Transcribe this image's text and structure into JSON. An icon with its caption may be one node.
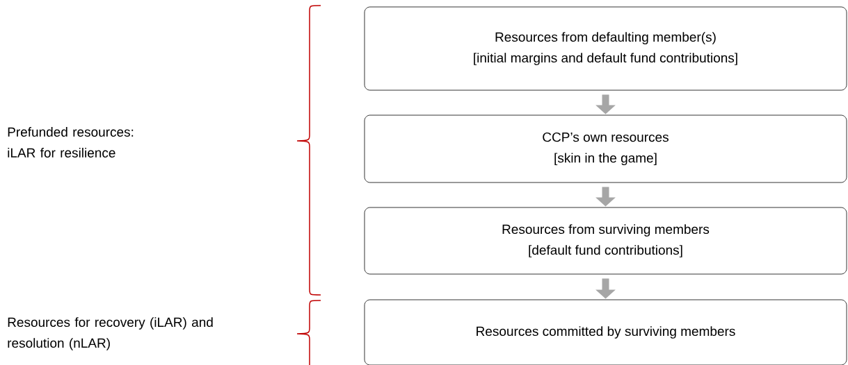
{
  "diagram": {
    "nodes": [
      {
        "text": [
          "Resources from defaulting member(s)",
          "[initial margins and default fund contributions]"
        ]
      },
      {
        "text": [
          "CCP’s own resources",
          "[skin in the game]"
        ]
      },
      {
        "text": [
          "Resources from surviving members",
          "[default fund contributions]"
        ]
      },
      {
        "text": [
          "Resources committed by surviving members"
        ]
      }
    ],
    "edges": [
      {
        "from": 0,
        "to": 1,
        "arrow": "to"
      },
      {
        "from": 1,
        "to": 2,
        "arrow": "to"
      },
      {
        "from": 2,
        "to": 3,
        "arrow": "to"
      }
    ],
    "labels": [
      "Prefunded resources: iLAR for resilience",
      "Resources for recovery (iLAR) and resolution (nLAR)"
    ]
  }
}
